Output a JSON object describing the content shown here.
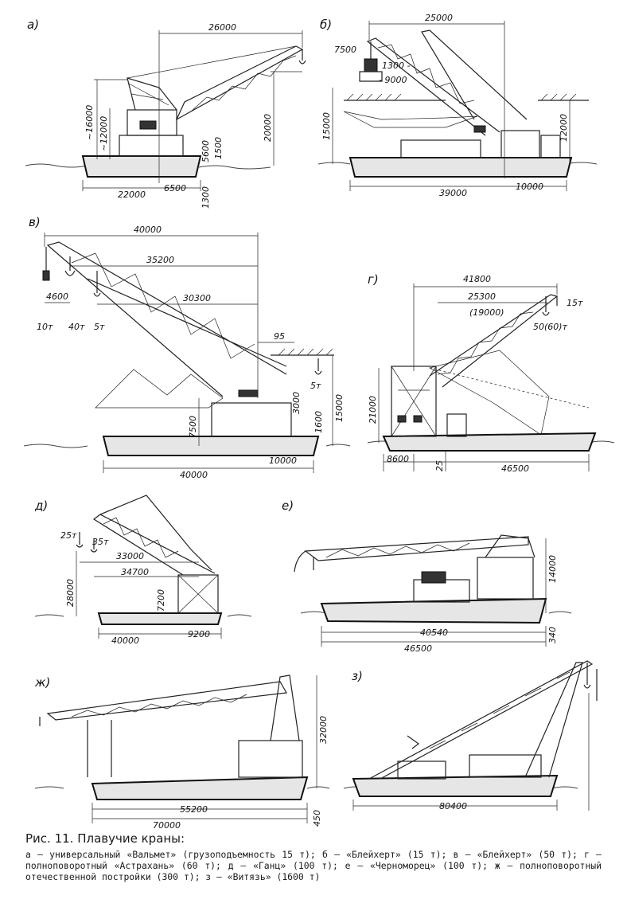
{
  "figure": {
    "caption_title": "Рис. 11. Плавучие краны:",
    "caption_text": "а — универсальный «Вальмет» (грузоподъемность 15 т); б — «Блейхерт» (15 т); в — «Блейхерт» (50 т); г — полноповоротный «Астрахань» (60 т); д — «Ганц» (100 т); е — «Черноморец» (100 т); ж — полноповоротный отечественной постройки (300 т); з — «Витязь» (1600 т)"
  },
  "panels": {
    "a": {
      "letter": "а)",
      "dims": [
        "26000",
        "~16000",
        "~12000",
        "20000",
        "5600",
        "1500",
        "22000",
        "6500",
        "1300"
      ]
    },
    "b": {
      "letter": "б)",
      "dims": [
        "25000",
        "7500",
        "1300 -",
        "- 9000",
        "15000",
        "12000",
        "39000",
        "10000"
      ]
    },
    "v": {
      "letter": "в)",
      "dims": [
        "40000",
        "35200",
        "30300",
        "4600",
        "10т",
        "40т",
        "5т",
        "95",
        "5т",
        "3000",
        "1600",
        "15000",
        "7500",
        "40000",
        "10000"
      ]
    },
    "g": {
      "letter": "г)",
      "dims": [
        "41800",
        "25300",
        "(19000)",
        "15т",
        "50(60)т",
        "21000",
        "8600",
        "25",
        "46500"
      ]
    },
    "d": {
      "letter": "д)",
      "dims": [
        "25т",
        "35т",
        "33000",
        "34700",
        "28000",
        "7200",
        "40000",
        "9200"
      ]
    },
    "e": {
      "letter": "е)",
      "dims": [
        "14000",
        "40540",
        "46500",
        "340"
      ]
    },
    "zh": {
      "letter": "ж)",
      "dims": [
        "32000",
        "55200",
        "70000",
        "450"
      ]
    },
    "z": {
      "letter": "з)",
      "dims": [
        "80400"
      ]
    }
  }
}
